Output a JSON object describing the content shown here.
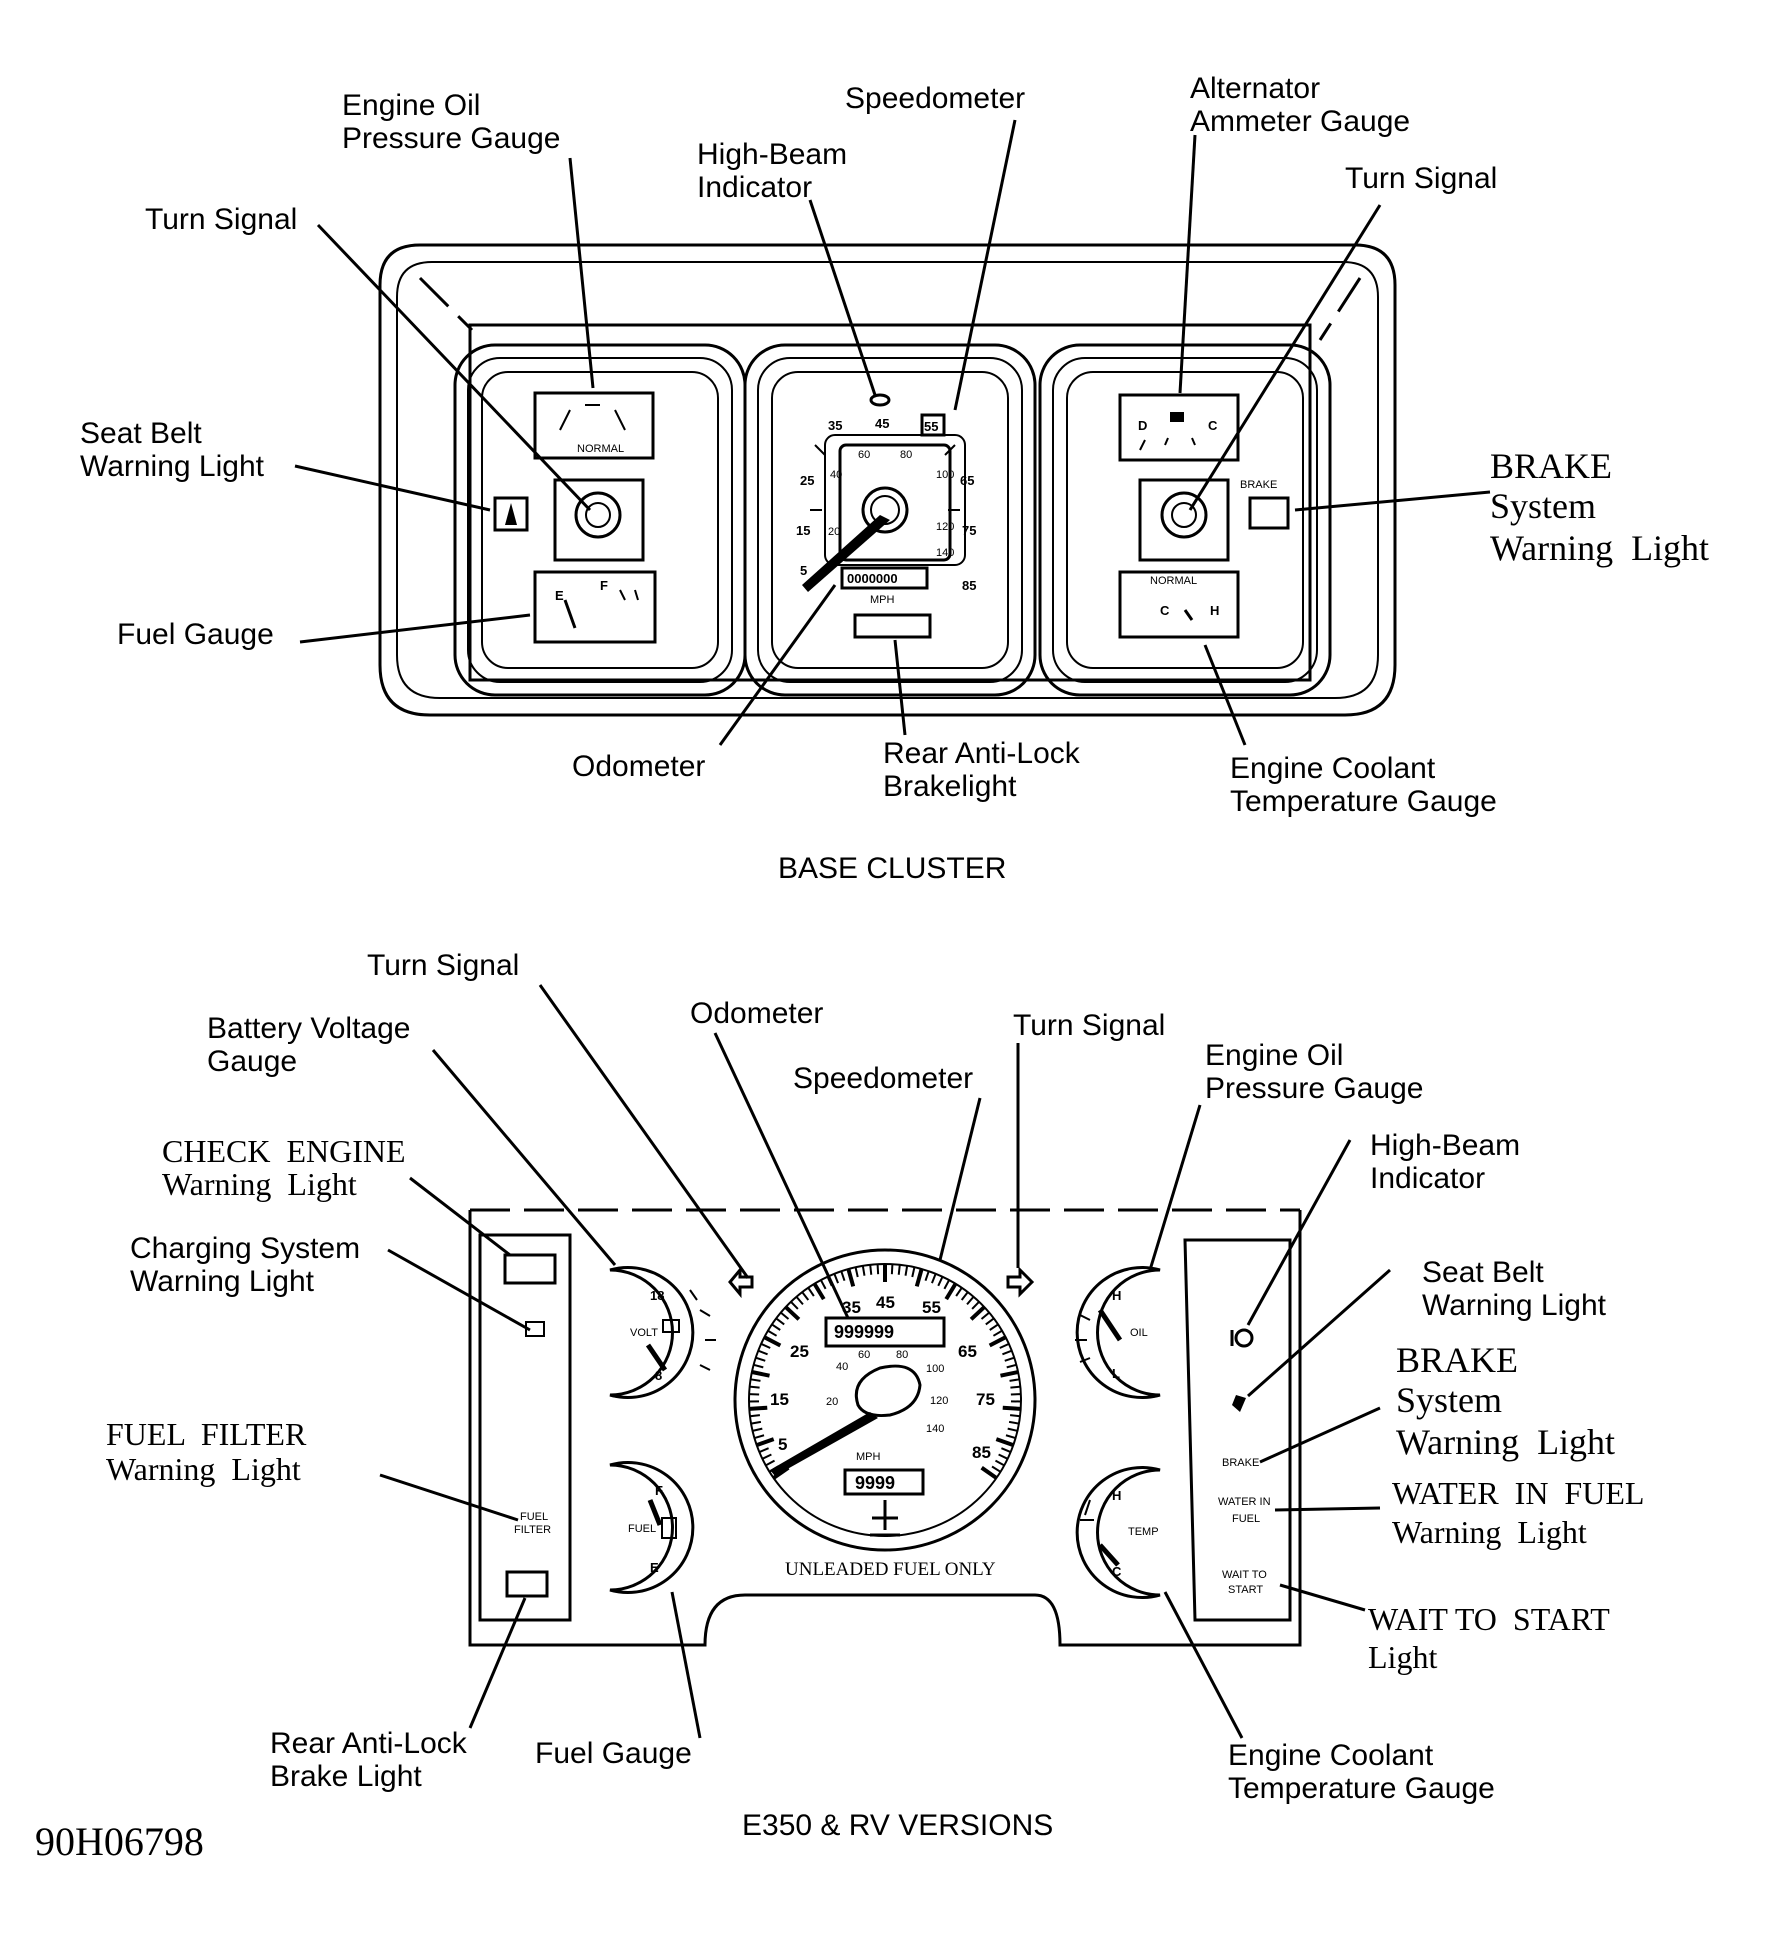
{
  "base_cluster": {
    "caption": "BASE CLUSTER",
    "labels": {
      "engine_oil_pressure_gauge": [
        "Engine Oil",
        "Pressure Gauge"
      ],
      "speedometer": "Speedometer",
      "alternator_ammeter_gauge": [
        "Alternator",
        "Ammeter Gauge"
      ],
      "high_beam_indicator": [
        "High-Beam",
        "Indicator"
      ],
      "turn_signal_left": "Turn Signal",
      "turn_signal_right": "Turn Signal",
      "seat_belt_warning_light": [
        "Seat Belt",
        "Warning Light"
      ],
      "brake_system_warning_light": [
        "BRAKE",
        "System",
        "Warning  Light"
      ],
      "fuel_gauge": "Fuel Gauge",
      "odometer": "Odometer",
      "rear_anti_lock_brakelight": [
        "Rear Anti-Lock",
        "Brakelight"
      ],
      "engine_coolant_temperature_gauge": [
        "Engine Coolant",
        "Temperature Gauge"
      ]
    },
    "dial_text": {
      "normal_left": "NORMAL",
      "normal_right": "NORMAL",
      "brake": "BRAKE",
      "mph": "MPH",
      "speed_outer": [
        "35",
        "45",
        "55",
        "25",
        "65",
        "15",
        "75",
        "5",
        "85"
      ],
      "speed_inner": [
        "60",
        "80",
        "40",
        "100",
        "20",
        "120",
        "140"
      ],
      "odometer_digits": "0000000",
      "fuel_scale": [
        "E",
        "F"
      ],
      "ammeter_scale": [
        "D",
        "C"
      ],
      "coolant_scale": [
        "C",
        "H"
      ]
    }
  },
  "e350_rv": {
    "caption": "E350 & RV VERSIONS",
    "labels": {
      "turn_signal_left": "Turn Signal",
      "battery_voltage_gauge": [
        "Battery Voltage",
        "Gauge"
      ],
      "odometer": "Odometer",
      "turn_signal_right": "Turn Signal",
      "speedometer": "Speedometer",
      "engine_oil_pressure_gauge": [
        "Engine Oil",
        "Pressure Gauge"
      ],
      "check_engine_warning_light": [
        "CHECK  ENGINE",
        "Warning  Light"
      ],
      "high_beam_indicator": [
        "High-Beam",
        "Indicator"
      ],
      "charging_system_warning_light": [
        "Charging System",
        "Warning Light"
      ],
      "seat_belt_warning_light": [
        "Seat Belt",
        "Warning Light"
      ],
      "brake_system_warning_light": [
        "BRAKE",
        "System",
        "Warning  Light"
      ],
      "fuel_filter_warning_light": [
        "FUEL  FILTER",
        "Warning  Light"
      ],
      "water_in_fuel_warning_light": [
        "WATER  IN  FUEL",
        "Warning  Light"
      ],
      "wait_to_start_light": [
        "WAIT TO  START",
        "Light"
      ],
      "rear_anti_lock_brake_light": [
        "Rear Anti-Lock",
        "Brake Light"
      ],
      "fuel_gauge": "Fuel Gauge",
      "engine_coolant_temperature_gauge": [
        "Engine Coolant",
        "Temperature Gauge"
      ]
    },
    "dial_text": {
      "unleaded": "UNLEADED FUEL ONLY",
      "volt": "VOLT",
      "oil": "OIL",
      "fuel": "FUEL",
      "temp": "TEMP",
      "brake": "BRAKE",
      "water_in_fuel": [
        "WATER IN",
        "FUEL"
      ],
      "wait_to_start": [
        "WAIT TO",
        "START"
      ],
      "fuel_filter": [
        "FUEL",
        "FILTER"
      ],
      "speed_outer": [
        "35",
        "45",
        "55",
        "25",
        "65",
        "15",
        "75",
        "5",
        "85"
      ],
      "speed_inner": [
        "40",
        "60",
        "80",
        "100",
        "20",
        "120",
        "140"
      ],
      "odometer_digits": "999999",
      "trip_digits": "9999",
      "mph": "MPH",
      "volt_scale": [
        "18",
        "8"
      ],
      "oil_scale": [
        "H",
        "L"
      ],
      "fuel_scale": [
        "F",
        "E"
      ],
      "temp_scale": [
        "H",
        "C"
      ]
    }
  },
  "figure_id": "90H06798"
}
